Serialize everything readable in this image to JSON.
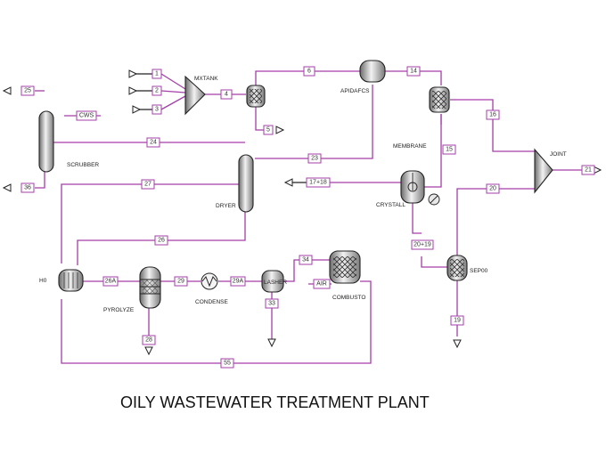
{
  "title": "OILY WASTEWATER TREATMENT PLANT",
  "units": {
    "mixtank": "MXTANK",
    "apidafcs": "APIDAFCS",
    "membrane": "MEMBRANE",
    "joint": "JOINT",
    "scrubber": "SCRUBBER",
    "dryer": "DRYER",
    "crystall": "CRYSTALL",
    "sep00": "SEP00",
    "h0": "H0",
    "pyrolyze": "PYROLYZE",
    "condense": "CONDENSE",
    "flasher": "LASHER",
    "combusto": "COMBUSTO"
  },
  "streams": {
    "s1": "1",
    "s2": "2",
    "s3": "3",
    "s4": "4",
    "s5": "5",
    "s6": "6",
    "s14": "14",
    "s15": "15",
    "s16": "16",
    "s19": "19",
    "s20": "20",
    "s21": "21",
    "s23": "23",
    "s24": "24",
    "s25": "25",
    "s26": "26",
    "s27": "27",
    "s26a": "26A",
    "s28": "28",
    "s29": "29",
    "s29a": "29A",
    "s33": "33",
    "s34": "34",
    "s36": "36",
    "s55": "55",
    "cws": "CWS",
    "air": "AIR",
    "s1718": "17+18",
    "s2019": "20+19"
  }
}
